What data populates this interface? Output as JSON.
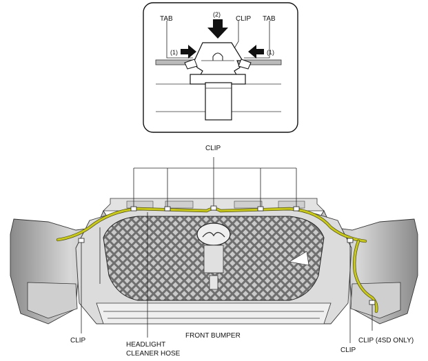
{
  "inset": {
    "label_tab_left": "TAB",
    "label_clip": "CLIP",
    "label_tab_right": "TAB",
    "label_step2": "(2)",
    "label_step1_left": "(1)",
    "label_step1_right": "(1)"
  },
  "main": {
    "label_clip_top": "CLIP",
    "label_clip_left": "CLIP",
    "label_hose_line1": "HEADLIGHT",
    "label_hose_line2": "CLEANER HOSE",
    "label_front_bumper": "FRONT BUMPER",
    "label_clip_right": "CLIP",
    "label_clip_4sd": "CLIP (4SD ONLY)"
  },
  "colors": {
    "hose": "#c8c81e",
    "bumper_fill": "#d9d9d9",
    "grille_fill": "#9a9a9a"
  }
}
